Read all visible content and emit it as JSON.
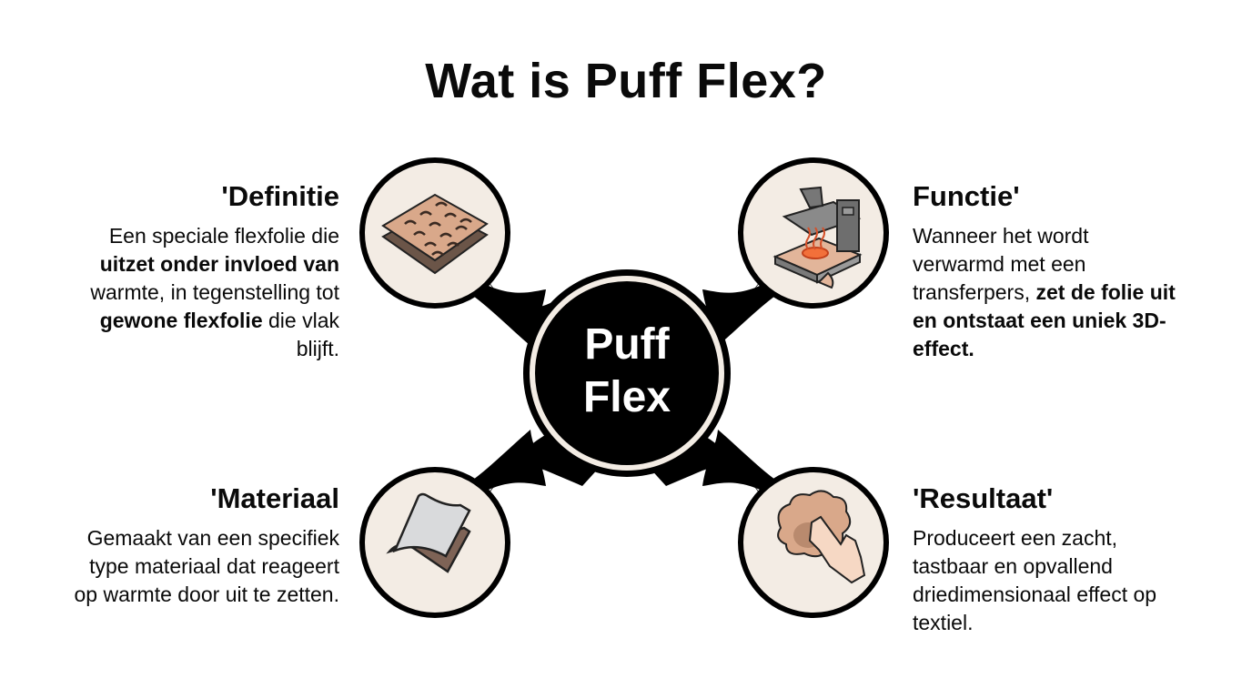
{
  "title": "Wat is Puff Flex?",
  "center": {
    "line1": "Puff",
    "line2": "Flex"
  },
  "colors": {
    "hub": "#000000",
    "hub_ring": "#f3ece4",
    "node_fill": "#f3ece4",
    "node_stroke": "#000000",
    "accent_brown": "#d9a88a",
    "dark_brown": "#6b5548"
  },
  "nodes": [
    {
      "id": "definitie",
      "position": "top-left",
      "icon": "foam-sheet-icon",
      "heading": "'Definitie",
      "text_parts": [
        {
          "t": "Een speciale flexfolie die ",
          "b": false
        },
        {
          "t": "uitzet onder invloed van",
          "b": true
        },
        {
          "t": " warmte, in tegenstelling tot ",
          "b": false
        },
        {
          "t": "gewone flexfolie",
          "b": true
        },
        {
          "t": " die vlak blijft.",
          "b": false
        }
      ]
    },
    {
      "id": "functie",
      "position": "top-right",
      "icon": "heat-press-icon",
      "heading": "Functie'",
      "text_parts": [
        {
          "t": "Wanneer het wordt verwarmd met een transferpers, ",
          "b": false
        },
        {
          "t": "zet de folie uit en ontstaat een uniek 3D-effect.",
          "b": true
        }
      ]
    },
    {
      "id": "materiaal",
      "position": "bottom-left",
      "icon": "material-sheet-icon",
      "heading": "'Materiaal",
      "text_parts": [
        {
          "t": "Gemaakt van een specifiek type materiaal dat reageert op warmte door uit te zetten.",
          "b": false
        }
      ]
    },
    {
      "id": "resultaat",
      "position": "bottom-right",
      "icon": "hand-touch-icon",
      "heading": "'Resultaat'",
      "text_parts": [
        {
          "t": "Produceert een zacht, tastbaar en opvallend driedimensionaal effect op textiel.",
          "b": false
        }
      ]
    }
  ]
}
